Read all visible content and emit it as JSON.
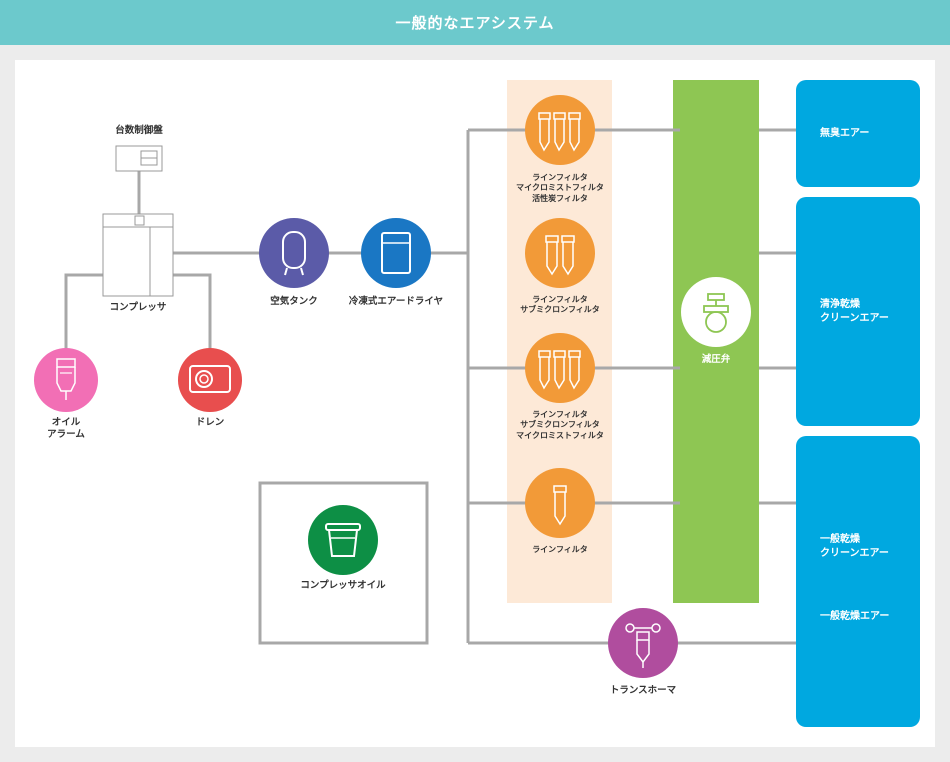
{
  "header": {
    "title": "一般的なエアシステム"
  },
  "components": {
    "control_panel": "台数制御盤",
    "compressor": "コンプレッサ",
    "oil_alarm": [
      "オイル",
      "アラーム"
    ],
    "drain": "ドレン",
    "air_tank": "空気タンク",
    "dryer": "冷凍式エアードライヤ",
    "compressor_oil": "コンプレッサオイル",
    "regulator": "減圧弁",
    "transformer": "トランスホーマ"
  },
  "filters": [
    {
      "lines": [
        "ラインフィルタ",
        "マイクロミストフィルタ",
        "活性炭フィルタ"
      ]
    },
    {
      "lines": [
        "ラインフィルタ",
        "サブミクロンフィルタ"
      ]
    },
    {
      "lines": [
        "ラインフィルタ",
        "サブミクロンフィルタ",
        "マイクロミストフィルタ"
      ]
    },
    {
      "lines": [
        "ラインフィルタ"
      ]
    }
  ],
  "outputs": {
    "odorless": "無臭エアー",
    "clean_dry": [
      "清浄乾燥",
      "クリーンエアー"
    ],
    "general_dry_clean": [
      "一般乾燥",
      "クリーンエアー"
    ],
    "general_dry": "一般乾燥エアー"
  },
  "colors": {
    "header": "#6cc9cc",
    "oil_alarm": "#f26fb5",
    "drain": "#e84e4e",
    "air_tank": "#5b5ba8",
    "dryer": "#1a77c4",
    "filter": "#f29a38",
    "filter_band": "#fde9d7",
    "regulator_band": "#8ec653",
    "transformer": "#b04d9e",
    "compressor_oil": "#0d8f45",
    "output": "#00a8e0"
  }
}
